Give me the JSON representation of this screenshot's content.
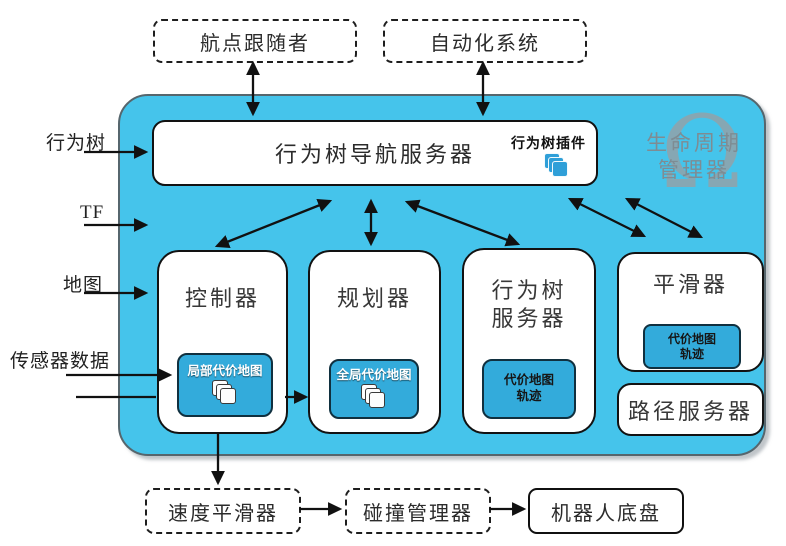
{
  "diagram": {
    "top_boxes": {
      "waypoint_follower": "航点跟随者",
      "autonomy_system": "自动化系统"
    },
    "server": {
      "title": "行为树导航服务器",
      "plugin_label": "行为树插件",
      "plugin_icon": "pages-stack-icon"
    },
    "watermark": {
      "icon": "omega-icon",
      "icon_glyph": "Ω",
      "line1": "生命周期",
      "line2": "管理器"
    },
    "left_labels": {
      "behavior_tree": "行为树",
      "tf": "TF",
      "map": "地图",
      "sensor_data": "传感器数据"
    },
    "nodes": {
      "controller": {
        "title": "控制器",
        "inner_label": "局部代价地图",
        "inner_icon": "pages-stack-icon"
      },
      "planner": {
        "title": "规划器",
        "inner_label": "全局代价地图",
        "inner_icon": "pages-stack-icon"
      },
      "bt_server": {
        "title_line1": "行为树",
        "title_line2": "服务器",
        "inner_line1": "代价地图",
        "inner_line2": "轨迹"
      },
      "smoother": {
        "title": "平滑器",
        "inner_line1": "代价地图",
        "inner_line2": "轨迹"
      },
      "route_server": {
        "title": "路径服务器"
      }
    },
    "bottom_boxes": {
      "velocity_smoother": "速度平滑器",
      "collision_monitor": "碰撞管理器",
      "robot_base": "机器人底盘"
    },
    "colors": {
      "container_blue": "#45C4EB",
      "inner_box_blue": "#33ABDB",
      "page_icon_blue": "#2F9FD8",
      "watermark_gray": "#8A9499",
      "line_black": "#111111"
    }
  }
}
